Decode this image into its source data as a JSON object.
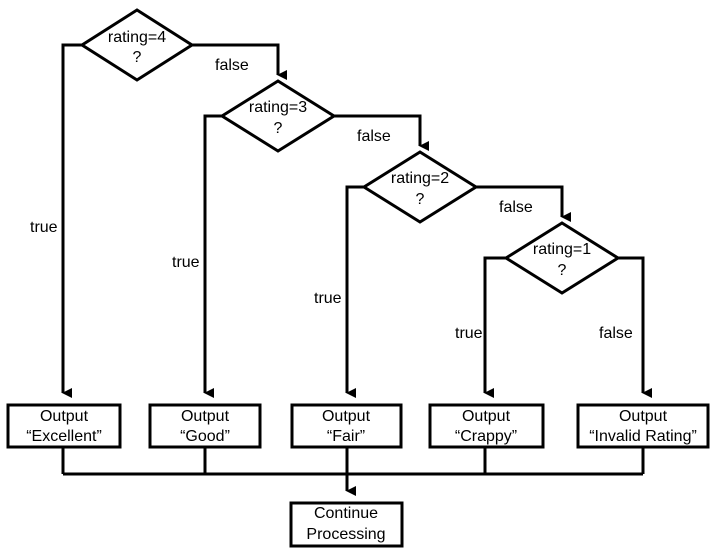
{
  "decisions": [
    {
      "line1": "rating=4",
      "line2": "?",
      "true_label": "true",
      "false_label": "false"
    },
    {
      "line1": "rating=3",
      "line2": "?",
      "true_label": "true",
      "false_label": "false"
    },
    {
      "line1": "rating=2",
      "line2": "?",
      "true_label": "true",
      "false_label": "false"
    },
    {
      "line1": "rating=1",
      "line2": "?",
      "true_label": "true",
      "false_label": "false"
    }
  ],
  "outputs": [
    {
      "line1": "Output",
      "line2": "“Excellent”"
    },
    {
      "line1": "Output",
      "line2": "“Good”"
    },
    {
      "line1": "Output",
      "line2": "“Fair”"
    },
    {
      "line1": "Output",
      "line2": "“Crappy”"
    },
    {
      "line1": "Output",
      "line2": "“Invalid Rating”"
    }
  ],
  "end": {
    "line1": "Continue",
    "line2": "Processing"
  }
}
